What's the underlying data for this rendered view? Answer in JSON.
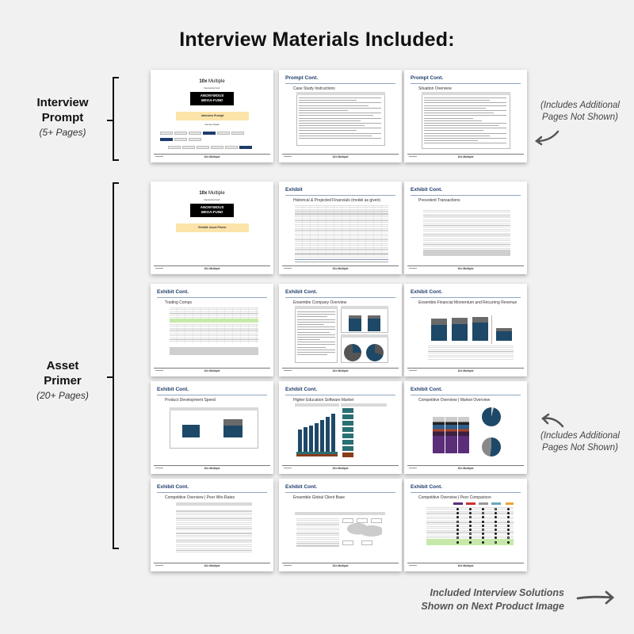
{
  "title": "Interview Materials Included:",
  "sections": [
    {
      "id": "interview-prompt",
      "line1": "Interview",
      "line2": "Prompt",
      "pages_note": "(5+ Pages)"
    },
    {
      "id": "asset-primer",
      "line1": "Asset",
      "line2": "Primer",
      "pages_note": "(20+ Pages)"
    }
  ],
  "notes": {
    "additional_pages_1": [
      "(Includes Additional",
      "Pages Not Shown)"
    ],
    "additional_pages_2": [
      "(Includes Additional",
      "Pages Not Shown)"
    ],
    "solutions": [
      "Included Interview Solutions",
      "Shown on Next Product Image"
    ]
  },
  "brand": {
    "prefix": "10x",
    "name": "Multiple",
    "footer": "10x Multiple"
  },
  "cover": {
    "fund_label": "Interviewing Fund:",
    "fund_name_1": "ANONYMOUS",
    "fund_name_2": "MEGA-FUND",
    "details_label": "Interview Details"
  },
  "pages": [
    {
      "id": "cover-prompt",
      "kind": "cover",
      "banner": "Interview Prompt"
    },
    {
      "id": "case-study-instructions",
      "kind": "text",
      "header": "Prompt Cont.",
      "subtitle": "Case Study Instructions",
      "box_header": "Instructions"
    },
    {
      "id": "situation-overview",
      "kind": "text",
      "header": "Prompt Cont.",
      "subtitle": "Situation Overview",
      "box_header": "Situation Overview"
    },
    {
      "id": "cover-asset-primer",
      "kind": "cover",
      "banner": "Exhibit: Asset Primer"
    },
    {
      "id": "historical-financials",
      "kind": "table",
      "header": "Exhibit",
      "subtitle": "Historical & Projected Financials (model as given)"
    },
    {
      "id": "precedent-transactions",
      "kind": "table",
      "header": "Exhibit Cont.",
      "subtitle": "Precedent Transactions"
    },
    {
      "id": "trading-comps",
      "kind": "table",
      "header": "Exhibit Cont.",
      "subtitle": "Trading Comps"
    },
    {
      "id": "company-overview",
      "kind": "mixed",
      "header": "Exhibit Cont.",
      "subtitle": "Ensemble Company Overview"
    },
    {
      "id": "financial-momentum",
      "kind": "chart",
      "header": "Exhibit Cont.",
      "subtitle": "Ensemble Financial Momentum and Recurring Revenue"
    },
    {
      "id": "product-development",
      "kind": "chart",
      "header": "Exhibit Cont.",
      "subtitle": "Product Development Spend"
    },
    {
      "id": "higher-ed-market",
      "kind": "chart",
      "header": "Exhibit Cont.",
      "subtitle": "Higher Education Software Market"
    },
    {
      "id": "market-overview",
      "kind": "chart",
      "header": "Exhibit Cont.",
      "subtitle": "Competitive Overview | Market Overview"
    },
    {
      "id": "peer-win-rates",
      "kind": "table",
      "header": "Exhibit Cont.",
      "subtitle": "Competitive Overview | Peer Win-Rates"
    },
    {
      "id": "global-client-base",
      "kind": "mixed",
      "header": "Exhibit Cont.",
      "subtitle": "Ensemble Global Client Base"
    },
    {
      "id": "peer-comparison",
      "kind": "table",
      "header": "Exhibit Cont.",
      "subtitle": "Competitive Overview | Peer Comparison"
    }
  ],
  "icons": {
    "bracket": "curly-bracket-icon",
    "arrow_left": "curved-arrow-left-icon",
    "arrow_right": "arrow-right-icon"
  },
  "colors": {
    "background": "#f1f1f1",
    "navy": "#1e3d6b",
    "bar_blue": "#1e4867",
    "highlight_yellow": "#fbe3a9",
    "highlight_green": "#c6e9a9"
  }
}
